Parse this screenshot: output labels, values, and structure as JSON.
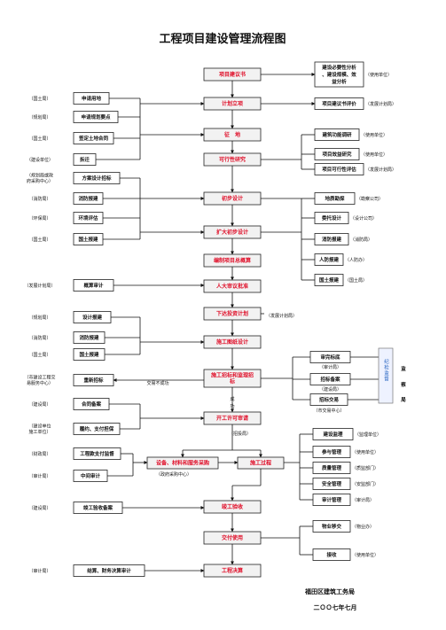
{
  "title": "工程项目建设管理流程图",
  "main": [
    "项目建议书",
    "计划立项",
    "征　地",
    "可行性研究",
    "初步设计",
    "扩大初步设计",
    "编制项目总概算",
    "人大审议批准",
    "下达投资计划",
    "施工图纸设计",
    "施工招标和监理招标",
    "开工许可审请",
    "竣工验收",
    "交付使用",
    "工程决算"
  ],
  "bottom_row": [
    "设备、材料和服务采购",
    "施工过程"
  ],
  "left_boxes": [
    "申请用地",
    "申请规划要点",
    "签定土地合同",
    "拆迁",
    "方案设计招标",
    "消防报建",
    "环境评估",
    "国土报建",
    "概算审计",
    "设计报建",
    "消防报建",
    "国土报建",
    "重新招标",
    "合同备案",
    "履约、支付担保",
    "工程款支付监督",
    "中间审计",
    "竣工验收备案",
    "结算、财务决算审计"
  ],
  "left_labels": [
    "（国土局）",
    "（规划局）",
    "（国土局）",
    "（建设单位）",
    "（规划局或政府采购中心）",
    "（消防局）",
    "（环保局）",
    "（国土局）",
    "（发展计划局）",
    "（规划局）",
    "（消防局）",
    "（国土局）",
    "（市建设工程交易服务中心）",
    "（建设局）",
    "（建设单位施工单位）",
    "（财政局）",
    "（审计局）",
    "（建设局）",
    "（审计局）"
  ],
  "right_boxes": [
    "建设必要性分析、建设规模、效益分析",
    "项目建议书评价",
    "建筑功能调研",
    "项目效益研究",
    "项目可行性评估",
    "地质勘探",
    "委托设计",
    "消防报建",
    "人防报建",
    "国土报建",
    "审完标底",
    "招标备案",
    "招标交易",
    "建设监理",
    "参与管理",
    "质量管理",
    "安全管理",
    "审计管理",
    "物业移交",
    "接收"
  ],
  "right_labels": [
    "（使用单位）",
    "（发展计划局）",
    "（使用单位）",
    "（使用单位）",
    "（发展计划局）",
    "（勘察公司）",
    "（设计公司）",
    "（消防局）",
    "（人防办）",
    "（国土局）",
    "（审计局）",
    "（建设局）",
    "（市交易中心）",
    "（监理单位）",
    "（使用单位）",
    "（质监部门）",
    "（安监部门）",
    "（审计局）",
    "（物业办）",
    "（使用单位）"
  ],
  "side_labels": {
    "investigation": "纪检监督",
    "supervision": [
      "监",
      "察",
      "局"
    ]
  },
  "annotations": {
    "fail": "交易不成功",
    "success": [
      "成",
      "功"
    ],
    "admin": "（发展计划局）",
    "bid": "（招投局）",
    "gov": "（政府采购中心）"
  },
  "footer": {
    "org": "福田区建筑工务局",
    "date": "二ＯＯ七年七月"
  },
  "colors": {
    "main_fill": "#f2f2f2",
    "red_text": "#e0102a",
    "blue_text": "#1f5fbf",
    "line": "#111111",
    "side_fill": "#eef2ff"
  }
}
